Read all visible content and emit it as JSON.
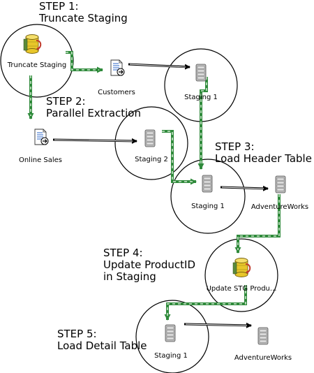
{
  "steps": [
    {
      "heading": "STEP 1:",
      "title": "Truncate Staging"
    },
    {
      "heading": "STEP 2:",
      "title": "Parallel Extraction"
    },
    {
      "heading": "STEP 3:",
      "title": "Load Header Table"
    },
    {
      "heading": "STEP 4:",
      "title_line1": "Update ProductID",
      "title_line2": "in Staging"
    },
    {
      "heading": "STEP 5:",
      "title": "Load Detail Table"
    }
  ],
  "nodes": {
    "truncate_staging": {
      "label": "Truncate Staging",
      "icon": "sql-task-icon"
    },
    "customers": {
      "label": "Customers",
      "icon": "flat-file-source-icon"
    },
    "staging1_a": {
      "label": "Staging 1",
      "icon": "database-server-icon"
    },
    "online_sales": {
      "label": "Online Sales",
      "icon": "flat-file-source-icon"
    },
    "staging2": {
      "label": "Staging 2",
      "icon": "database-server-icon"
    },
    "staging1_b": {
      "label": "Staging 1",
      "icon": "database-server-icon"
    },
    "adventureworks_a": {
      "label": "AdventureWorks",
      "icon": "database-server-icon"
    },
    "update_stg": {
      "label": "Update STG Produ...",
      "icon": "sql-task-icon"
    },
    "staging1_c": {
      "label": "Staging 1",
      "icon": "database-server-icon"
    },
    "adventureworks_b": {
      "label": "AdventureWorks",
      "icon": "database-server-icon"
    }
  },
  "colors": {
    "precedence": "#2f8a3b",
    "precedence_dash": "#cfe8cf",
    "dataflow": "#000000",
    "server_body": "#b9b9b9",
    "db_yellow": "#e8c62a"
  }
}
